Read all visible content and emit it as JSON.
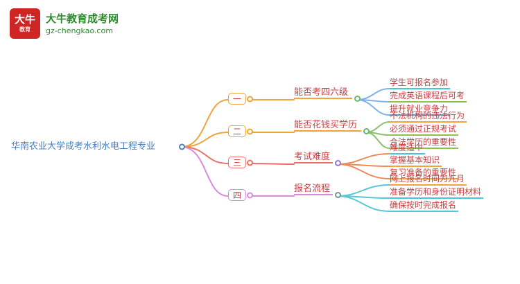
{
  "logo": {
    "seal_text": "大牛",
    "seal_sub": "教育",
    "seal_color": "#cf2525",
    "site_name": "大牛教育成考网",
    "site_url": "gz-chengkao.com",
    "green": "#2d8a2d"
  },
  "mindmap": {
    "text_color": "#c94042",
    "root": {
      "label": "华南农业大学成考水利水电工程专业",
      "color": "#4a7dbf",
      "dot_color": "#4a7dbf"
    },
    "branches": [
      {
        "index_label": "一",
        "color": "#f2a33c",
        "link_color": "#7fb3e8",
        "topic": {
          "label": "能否考四六级",
          "dot_color": "#66bb6a"
        },
        "leaves": [
          {
            "label": "学生可报名参加",
            "underline_color": "#45c5d6"
          },
          {
            "label": "完成英语课程后可考",
            "underline_color": "#8bc34a"
          },
          {
            "label": "提升就业竞争力",
            "underline_color": "#5b9bd5"
          }
        ]
      },
      {
        "index_label": "二",
        "color": "#f0a432",
        "link_color": "#8cbf6e",
        "topic": {
          "label": "能否花钱买学历",
          "dot_color": "#66bb6a"
        },
        "leaves": [
          {
            "label": "不法机构的违法行为",
            "underline_color": "#f2a33c"
          },
          {
            "label": "必须通过正规考试",
            "underline_color": "#8bc34a"
          },
          {
            "label": "合法学历的重要性",
            "underline_color": "#8bc34a"
          }
        ]
      },
      {
        "index_label": "三",
        "color": "#ec7063",
        "link_color": "#ef8a5a",
        "topic": {
          "label": "考试难度",
          "dot_color": "#9575cd"
        },
        "leaves": [
          {
            "label": "难度适中",
            "underline_color": "#45c5d6"
          },
          {
            "label": "掌握基本知识",
            "underline_color": "#f2a33c"
          },
          {
            "label": "复习准备的重要性",
            "underline_color": "#f2a33c"
          }
        ]
      },
      {
        "index_label": "四",
        "color": "#d98ae0",
        "link_color": "#57c8d8",
        "topic": {
          "label": "报名流程",
          "dot_color": "#78909c"
        },
        "leaves": [
          {
            "label": "网上报名时间为九月",
            "underline_color": "#f2a33c"
          },
          {
            "label": "准备学历和身份证明材料",
            "underline_color": "#45c5d6"
          },
          {
            "label": "确保按时完成报名",
            "underline_color": "#57c8d8"
          }
        ]
      }
    ]
  }
}
